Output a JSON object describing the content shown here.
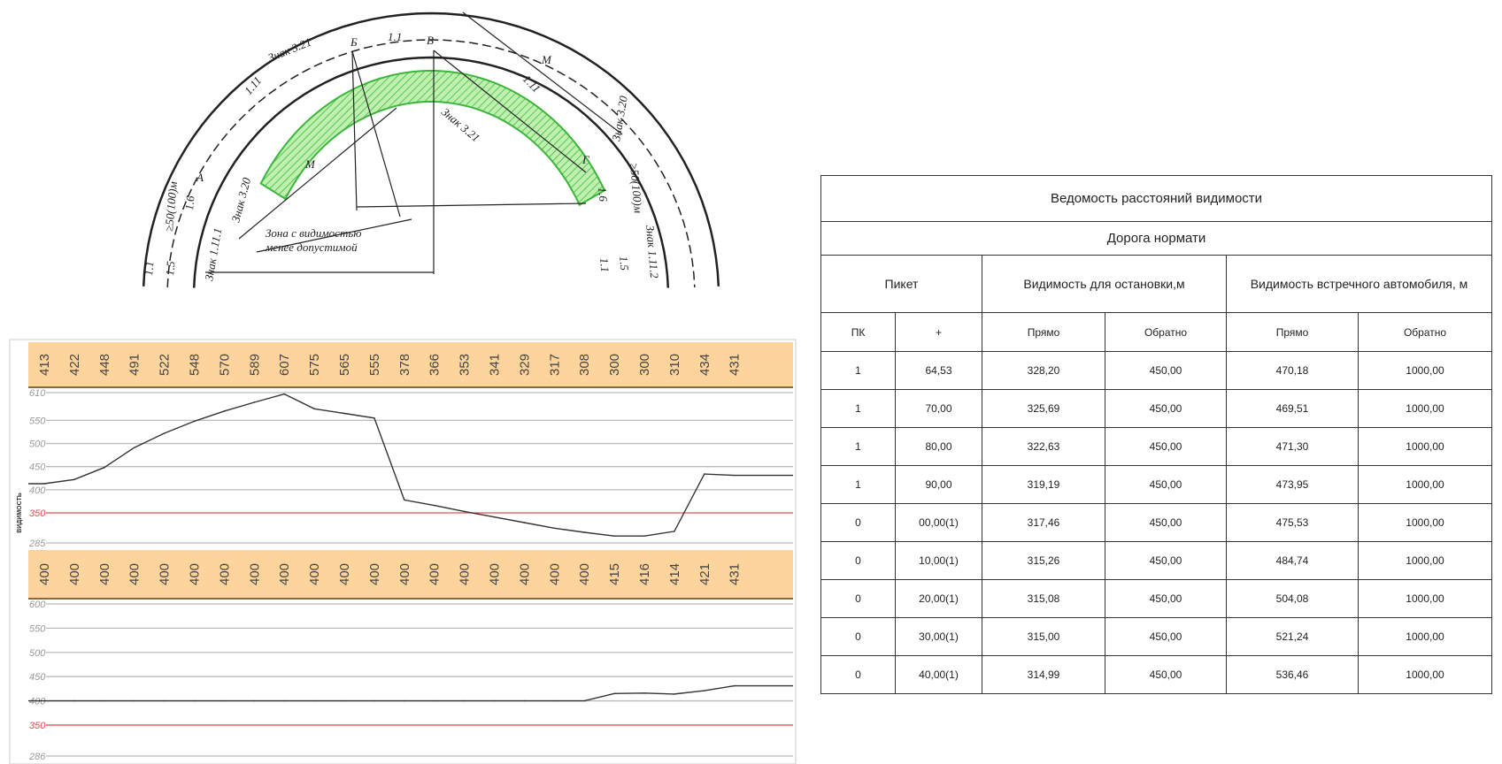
{
  "diagram": {
    "labels": {
      "sign_321_top": "Знак 3.21",
      "sign_321_mid": "Знак 3.21",
      "line_11_top": "1.1",
      "line_111_left": "1.11",
      "line_111_right": "1.11",
      "m_top": "М",
      "m_left": "М",
      "point_b": "Б",
      "point_v": "В",
      "point_g": "Г",
      "point_a": "А",
      "sign_320_left": "Знак 3.20",
      "sign_320_right": "Знак 3.20",
      "dist_left": "≥50(100)м",
      "dist_right": "≥50(100)м",
      "line_16_left": "1.6",
      "line_16_right": "1.6",
      "line_15_left": "1.5",
      "line_15_right": "1.5",
      "line_11_left": "1.1",
      "line_11_right": "1.1",
      "sign_1111": "Знак 1.11.1",
      "sign_1112": "Знак 1.11.2",
      "zone_line1": "Зона с видимостью",
      "zone_line2": "менее допустимой"
    }
  },
  "chart_data": [
    {
      "type": "line",
      "title": "",
      "ylabel": "ВИДИМОСТЬ",
      "categories": [
        "413",
        "422",
        "448",
        "491",
        "522",
        "548",
        "570",
        "589",
        "607",
        "575",
        "565",
        "555",
        "378",
        "366",
        "353",
        "341",
        "329",
        "317",
        "308",
        "300",
        "300",
        "310",
        "434",
        "431"
      ],
      "values": [
        413,
        422,
        448,
        491,
        522,
        548,
        570,
        589,
        607,
        575,
        565,
        555,
        378,
        366,
        353,
        341,
        329,
        317,
        308,
        300,
        300,
        310,
        434,
        431
      ],
      "y_ticks": [
        "610",
        "550",
        "500",
        "450",
        "400",
        "350",
        "285"
      ],
      "ylim": [
        285,
        610
      ],
      "threshold": 350,
      "threshold_color": "#e05050",
      "header_color": "#fcd49c",
      "grid": true
    },
    {
      "type": "line",
      "title": "",
      "ylabel": "",
      "categories": [
        "400",
        "400",
        "400",
        "400",
        "400",
        "400",
        "400",
        "400",
        "400",
        "400",
        "400",
        "400",
        "400",
        "400",
        "400",
        "400",
        "400",
        "400",
        "400",
        "415",
        "416",
        "414",
        "421",
        "431"
      ],
      "values": [
        400,
        400,
        400,
        400,
        400,
        400,
        400,
        400,
        400,
        400,
        400,
        400,
        400,
        400,
        400,
        400,
        400,
        400,
        400,
        415,
        416,
        414,
        421,
        431
      ],
      "y_ticks": [
        "600",
        "550",
        "500",
        "450",
        "400",
        "350",
        "286"
      ],
      "ylim": [
        286,
        600
      ],
      "threshold": 350,
      "threshold_color": "#e05050",
      "header_color": "#fcd49c",
      "grid": true
    }
  ],
  "table": {
    "title": "Ведомость расстояний видимости",
    "subtitle": "Дорога нормати",
    "headers": {
      "piket": "Пикет",
      "stop": "Видимость для остановки,м",
      "oncoming": "Видимость встречного автомобиля, м"
    },
    "subheaders": [
      "ПК",
      "+",
      "Прямо",
      "Обратно",
      "Прямо",
      "Обратно"
    ],
    "rows": [
      [
        "1",
        "64,53",
        "328,20",
        "450,00",
        "470,18",
        "1000,00"
      ],
      [
        "1",
        "70,00",
        "325,69",
        "450,00",
        "469,51",
        "1000,00"
      ],
      [
        "1",
        "80,00",
        "322,63",
        "450,00",
        "471,30",
        "1000,00"
      ],
      [
        "1",
        "90,00",
        "319,19",
        "450,00",
        "473,95",
        "1000,00"
      ],
      [
        "0",
        "00,00(1)",
        "317,46",
        "450,00",
        "475,53",
        "1000,00"
      ],
      [
        "0",
        "10,00(1)",
        "315,26",
        "450,00",
        "484,74",
        "1000,00"
      ],
      [
        "0",
        "20,00(1)",
        "315,08",
        "450,00",
        "504,08",
        "1000,00"
      ],
      [
        "0",
        "30,00(1)",
        "315,00",
        "450,00",
        "521,24",
        "1000,00"
      ],
      [
        "0",
        "40,00(1)",
        "314,99",
        "450,00",
        "536,46",
        "1000,00"
      ]
    ]
  }
}
